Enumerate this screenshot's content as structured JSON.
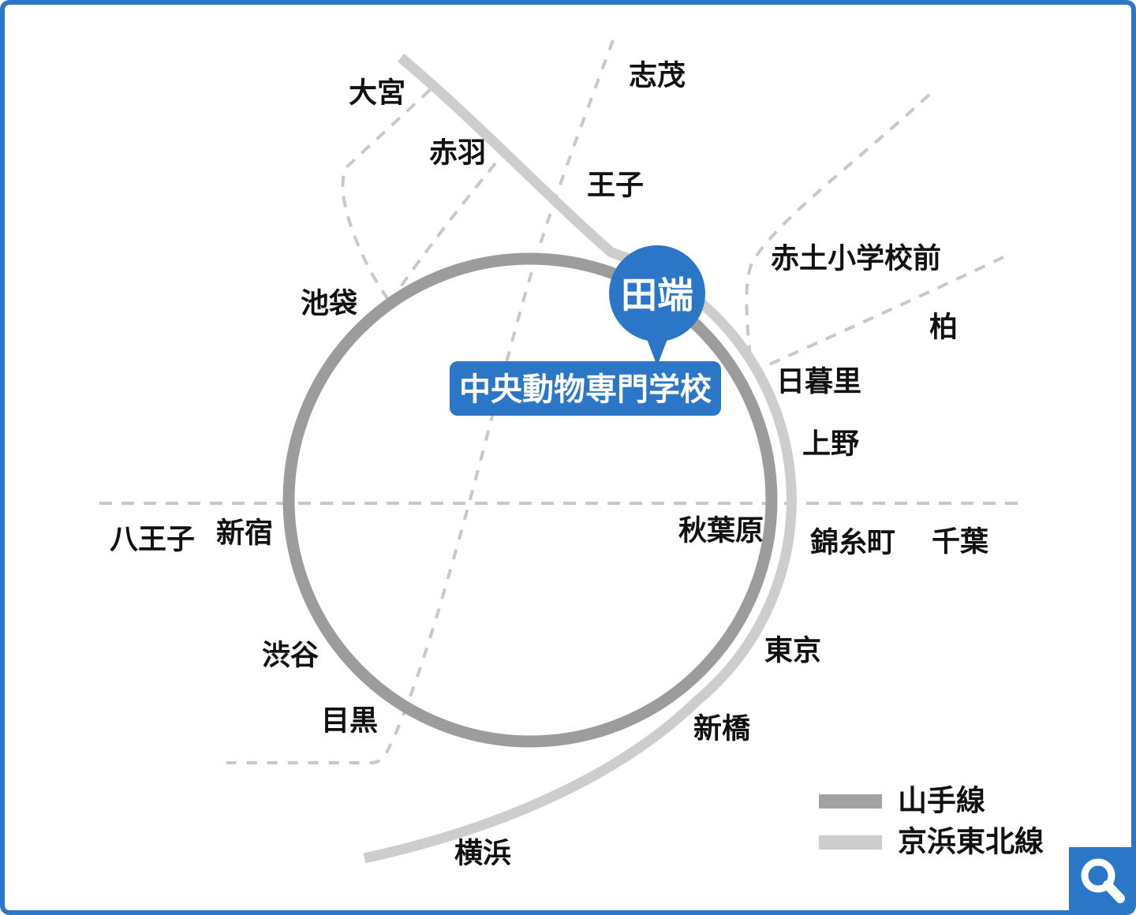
{
  "map": {
    "highlight_station": "田端",
    "school_label": "中央動物専門学校",
    "stations": {
      "omiya": "大宮",
      "shimo": "志茂",
      "akabane": "赤羽",
      "oji": "王子",
      "akado_elementary": "赤土小学校前",
      "kashiwa": "柏",
      "ikebukuro": "池袋",
      "nippori": "日暮里",
      "ueno": "上野",
      "hachioji": "八王子",
      "shinjuku": "新宿",
      "akihabara": "秋葉原",
      "kinshicho": "錦糸町",
      "chiba": "千葉",
      "shibuya": "渋谷",
      "meguro": "目黒",
      "tokyo": "東京",
      "shimbashi": "新橋",
      "yokohama": "横浜"
    },
    "legend": {
      "yamanote": "山手線",
      "keihin_tohoku": "京浜東北線"
    },
    "colors": {
      "accent_blue": "#2b76c7",
      "yamanote_gray": "#9c9c9c",
      "keihin_tohoku_gray": "#cdcdcd",
      "dashed_line_gray": "#c8c8c8",
      "text_dark": "#111111"
    },
    "zoom_button": {
      "icon": "magnifier-icon"
    }
  }
}
